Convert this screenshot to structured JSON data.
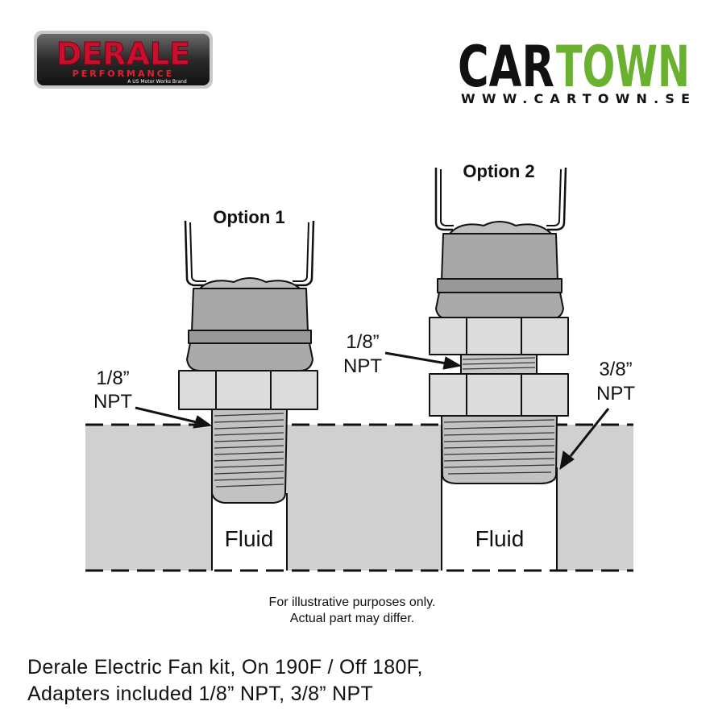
{
  "brands": {
    "derale": {
      "name": "DERALE",
      "sub": "PERFORMANCE",
      "tagline": "A US Motor Works Brand",
      "color": "#c8102e"
    },
    "cartown": {
      "name_a": "CAR",
      "name_b": "TOWN",
      "url": "WWW.CARTOWN.SE",
      "color_a": "#111111",
      "color_b": "#6ab130"
    }
  },
  "diagram": {
    "option1": {
      "title": "Option 1",
      "thread_label_line1": "1/8”",
      "thread_label_line2": "NPT"
    },
    "option2": {
      "title": "Option 2",
      "adapter_label_line1": "1/8”",
      "adapter_label_line2": "NPT",
      "thread_label_line1": "3/8”",
      "thread_label_line2": "NPT"
    },
    "fluid_label": "Fluid",
    "disclaimer_line1": "For illustrative purposes only.",
    "disclaimer_line2": "Actual part may differ."
  },
  "caption": {
    "line1": "Derale Electric Fan kit, On 190F / Off 180F,",
    "line2": "Adapters included 1/8” NPT, 3/8” NPT"
  }
}
